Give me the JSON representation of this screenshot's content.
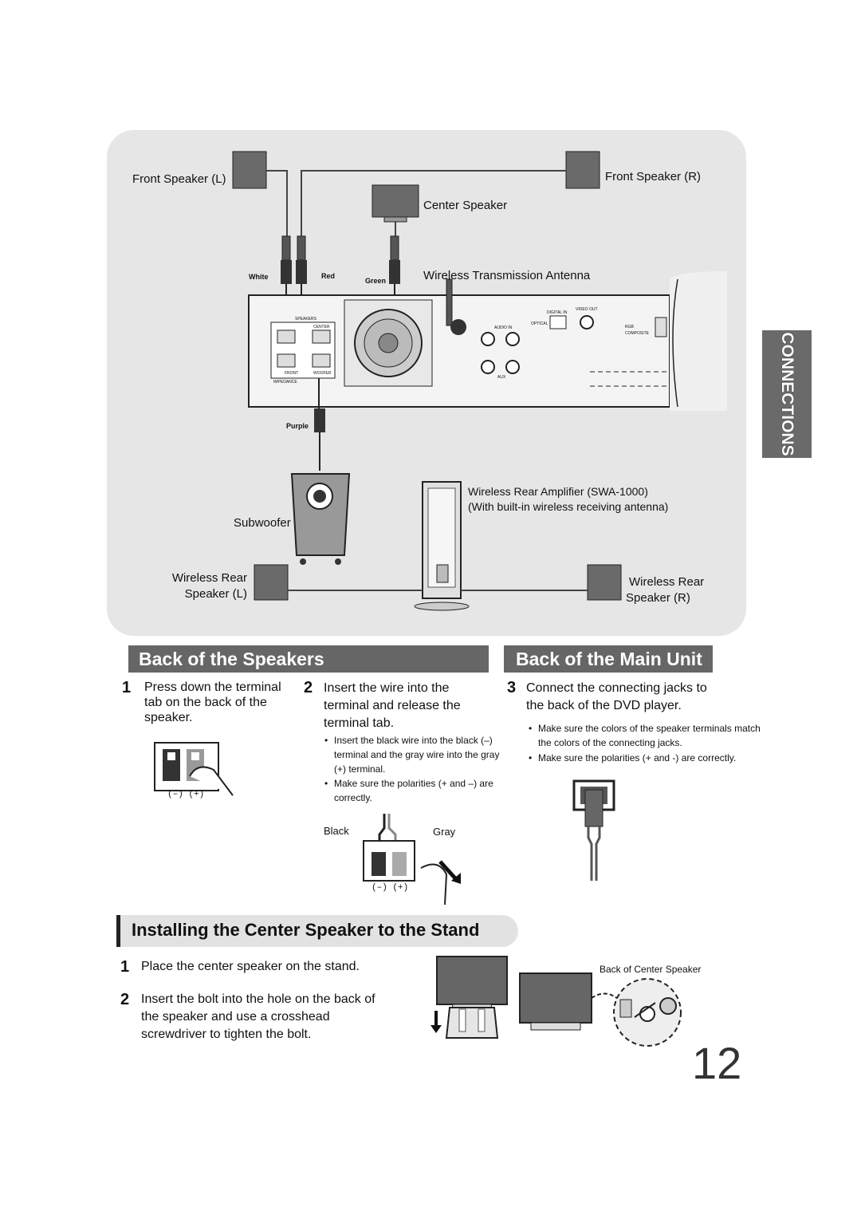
{
  "diagram": {
    "front_speaker_left": "Front Speaker (L)",
    "front_speaker_right": "Front Speaker (R)",
    "center_speaker": "Center Speaker",
    "wireless_antenna": "Wireless Transmission Antenna",
    "wire_white": "White",
    "wire_red": "Red",
    "wire_green": "Green",
    "wire_purple": "Purple",
    "subwoofer": "Subwoofer",
    "rear_amp_line1": "Wireless Rear Amplifier (SWA-1000)",
    "rear_amp_line2": "(With built-in wireless receiving antenna)",
    "rear_left_line1": "Wireless Rear",
    "rear_left_line2": "Speaker (L)",
    "rear_right_line1": "Wireless Rear",
    "rear_right_line2": "Speaker (R)",
    "panel_labels": {
      "speakers": "SPEAKERS",
      "center": "CENTER",
      "front": "FRONT",
      "woofer": "WOOFER",
      "impedance": "IMPEDANCE",
      "digital_in": "DIGITAL IN",
      "video_out": "VIDEO OUT",
      "optical": "OPTICAL",
      "audio_in": "AUDIO IN",
      "aux": "AUX",
      "rgb": "RGB",
      "composite": "COMPOSITE"
    }
  },
  "side_tab": "CONNECTIONS",
  "back_of_speakers": {
    "title": "Back of the Speakers",
    "step1_num": "1",
    "step1_text": "Press down the terminal tab on the back of the speaker.",
    "step2_num": "2",
    "step2_text": "Insert the wire into the terminal and release the terminal tab.",
    "bullets": [
      "Insert the black wire into the black (–) terminal and the gray wire into the gray (+) terminal.",
      "Make sure the polarities (+ and –) are correctly."
    ],
    "black_label": "Black",
    "gray_label": "Gray",
    "polarity_label": "(–) (+)"
  },
  "back_of_main_unit": {
    "title": "Back of the Main Unit",
    "step3_num": "3",
    "step3_text": "Connect the connecting jacks to the back of the DVD player.",
    "bullets": [
      "Make sure the colors of the speaker terminals match the colors of the connecting jacks.",
      "Make sure the polarities (+ and -) are correctly."
    ]
  },
  "install": {
    "title": "Installing the Center Speaker to the Stand",
    "step1_num": "1",
    "step1_text": "Place the center speaker on the stand.",
    "step2_num": "2",
    "step2_text": "Insert the bolt into the hole on the back of the speaker and use a crosshead screwdriver to tighten the bolt.",
    "back_caption": "Back of Center Speaker"
  },
  "page_number": "12"
}
